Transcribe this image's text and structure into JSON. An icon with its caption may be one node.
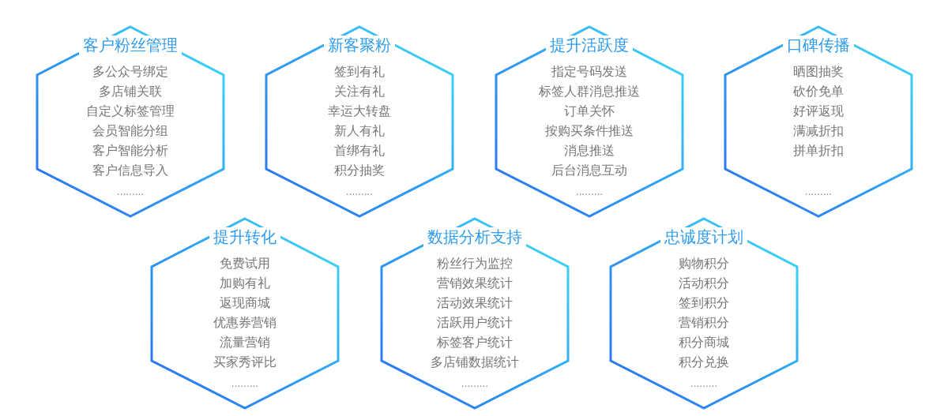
{
  "diagram": {
    "nodes": [
      {
        "text": [
          "客户粉丝管理",
          "多公众号绑定",
          "多店铺关联",
          "自定义标签管理",
          "会员智能分组",
          "客户智能分析",
          "客户信息导入",
          "........."
        ]
      },
      {
        "text": [
          "新客聚粉",
          "签到有礼",
          "关注有礼",
          "幸运大转盘",
          "新人有礼",
          "首绑有礼",
          "积分抽奖",
          "........."
        ]
      },
      {
        "text": [
          "提升活跃度",
          "指定号码发送",
          "标签人群消息推送",
          "订单关怀",
          "按购买条件推送",
          "消息推送",
          "后台消息互动",
          "........."
        ]
      },
      {
        "text": [
          "口碑传播",
          "晒图抽奖",
          "砍价免单",
          "好评返现",
          "满减折扣",
          "拼单折扣",
          "........."
        ]
      },
      {
        "text": [
          "提升转化",
          "免费试用",
          "加购有礼",
          "返现商城",
          "优惠券营销",
          "流量营销",
          "买家秀评比",
          "........."
        ]
      },
      {
        "text": [
          "数据分析支持",
          "粉丝行为监控",
          "营销效果统计",
          "活动效果统计",
          "活跃用户统计",
          "标签客户统计",
          "多店铺数据统计",
          "........."
        ]
      },
      {
        "text": [
          "忠诚度计划",
          "购物积分",
          "活动积分",
          "签到积分",
          "营销积分",
          "积分商城",
          "积分兑换",
          "........."
        ]
      }
    ]
  }
}
